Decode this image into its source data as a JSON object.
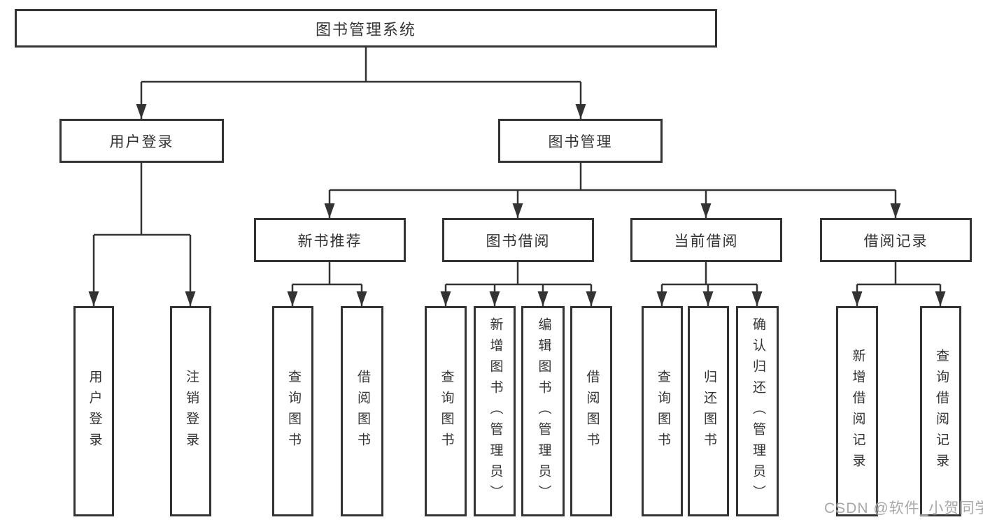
{
  "diagram": {
    "title": "图书管理系统",
    "branches": [
      {
        "label": "用户登录",
        "leaves": [
          "用户登录",
          "注销登录"
        ]
      },
      {
        "label": "图书管理",
        "groups": [
          {
            "label": "新书推荐",
            "leaves": [
              "查询图书",
              "借阅图书"
            ]
          },
          {
            "label": "图书借阅",
            "leaves": [
              "查询图书",
              "新增图书（管理员）",
              "编辑图书（管理员）",
              "借阅图书"
            ]
          },
          {
            "label": "当前借阅",
            "leaves": [
              "查询图书",
              "归还图书",
              "确认归还（管理员）"
            ]
          },
          {
            "label": "借阅记录",
            "leaves": [
              "新增借阅记录",
              "查询借阅记录"
            ]
          }
        ]
      }
    ],
    "watermark": "CSDN @软件_小贺同学",
    "colors": {
      "line": "#333333",
      "text": "#333333",
      "box_background": "#ffffff",
      "watermark": "#a8a8a8"
    }
  }
}
